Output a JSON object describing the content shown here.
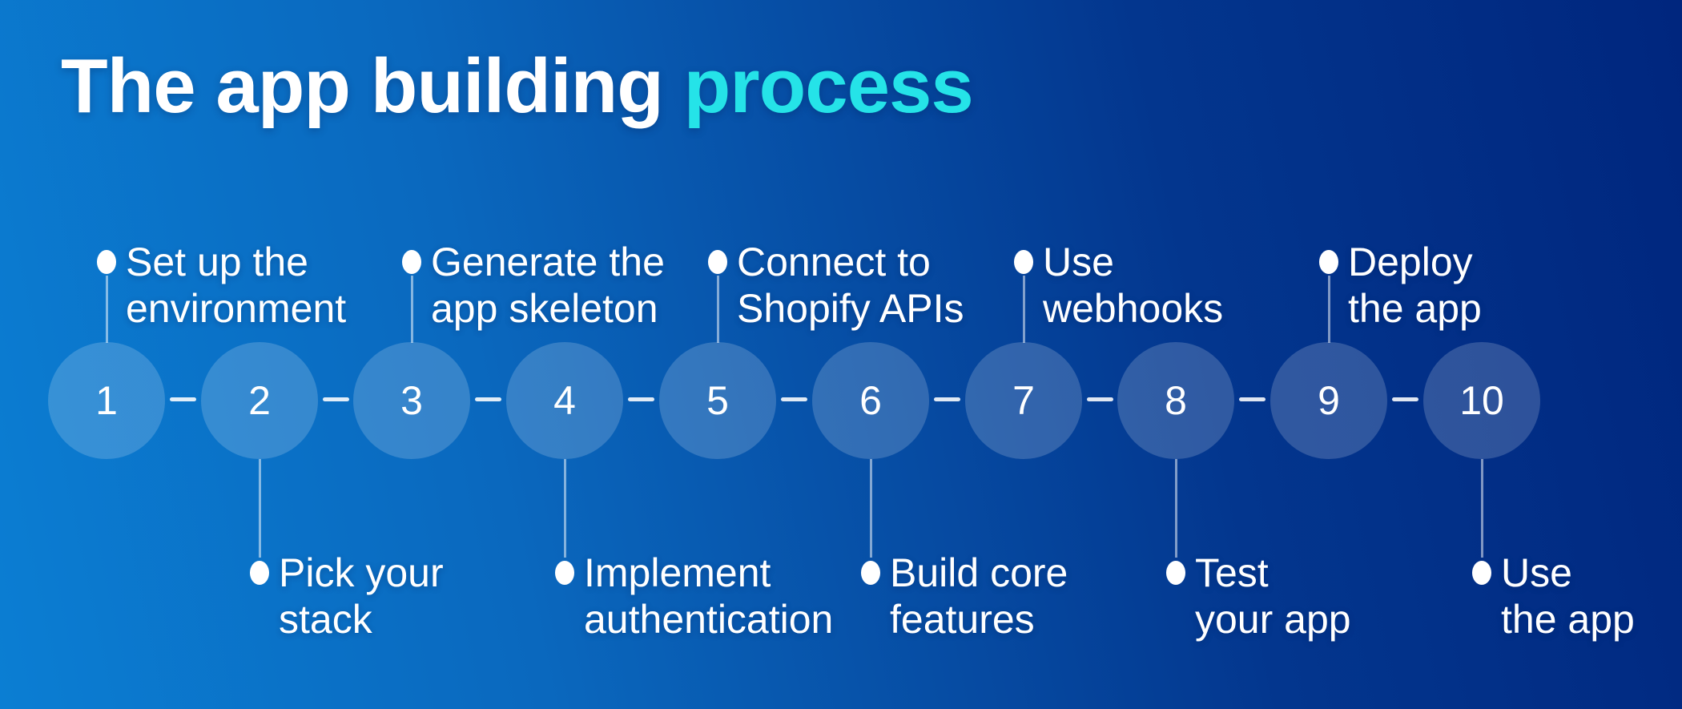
{
  "title": {
    "text_regular": "The app building ",
    "text_highlight": "process"
  },
  "palette": {
    "background_bright": "#0b7ed3",
    "background_mid_left": "#0a68be",
    "background_mid_right": "#03368e",
    "background_dark": "#00267e",
    "title_color": "#ffffff",
    "title_highlight": "#25e3e8",
    "circle_fill": "rgba(255,255,255,0.18)",
    "dash_color": "rgba(255,255,255,0.88)",
    "line_color": "rgba(255,255,255,0.5)"
  },
  "steps": [
    {
      "number": "1",
      "line1": "Set up the",
      "line2": "environment",
      "side": "top"
    },
    {
      "number": "2",
      "line1": "Pick your",
      "line2": "stack",
      "side": "bottom"
    },
    {
      "number": "3",
      "line1": "Generate the",
      "line2": "app skeleton",
      "side": "top"
    },
    {
      "number": "4",
      "line1": "Implement",
      "line2": "authentication",
      "side": "bottom"
    },
    {
      "number": "5",
      "line1": "Connect to",
      "line2": "Shopify APIs",
      "side": "top"
    },
    {
      "number": "6",
      "line1": "Build core",
      "line2": "features",
      "side": "bottom"
    },
    {
      "number": "7",
      "line1": "Use",
      "line2": "webhooks",
      "side": "top"
    },
    {
      "number": "8",
      "line1": "Test",
      "line2": "your app",
      "side": "bottom"
    },
    {
      "number": "9",
      "line1": "Deploy",
      "line2": "the app",
      "side": "top"
    },
    {
      "number": "10",
      "line1": "Use",
      "line2": "the app",
      "side": "bottom"
    }
  ]
}
